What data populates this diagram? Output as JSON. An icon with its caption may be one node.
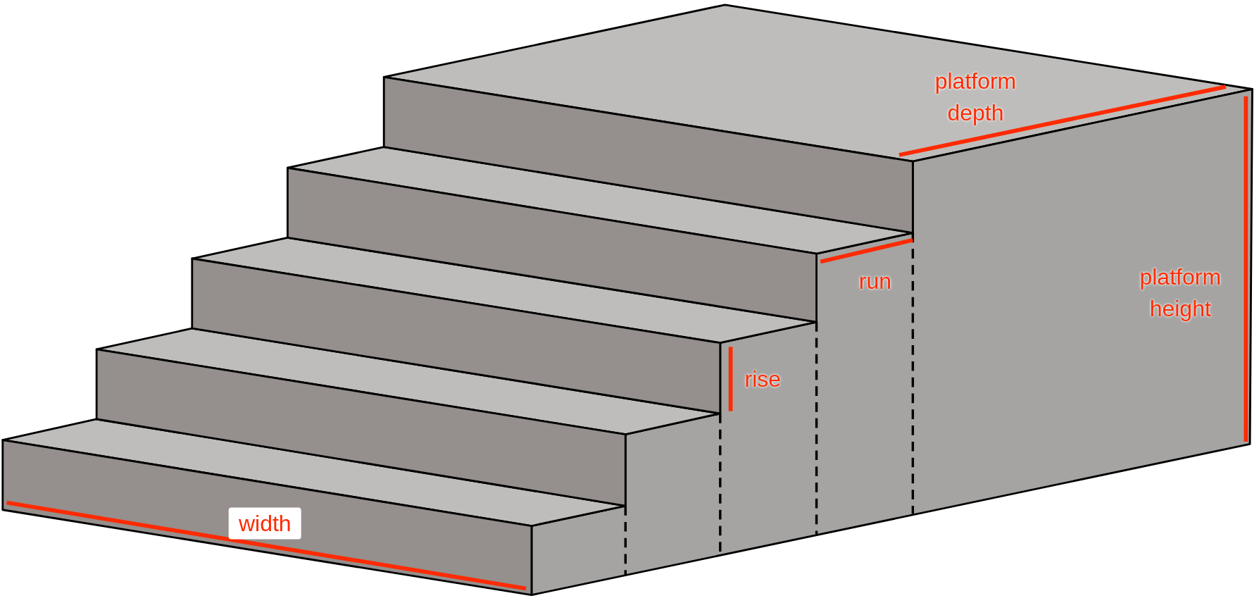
{
  "diagram": {
    "labels": [
      "platform depth",
      "platform height",
      "run",
      "rise",
      "width"
    ]
  }
}
